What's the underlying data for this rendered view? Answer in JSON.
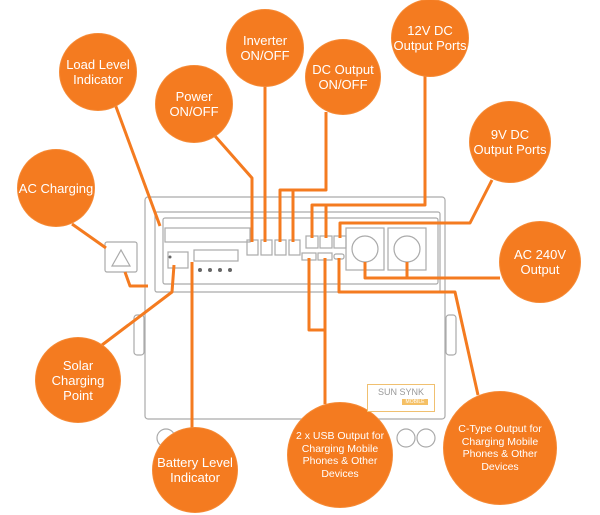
{
  "callouts": [
    {
      "id": "load-level",
      "text": "Load Level Indicator"
    },
    {
      "id": "power",
      "text": "Power ON/OFF"
    },
    {
      "id": "inverter",
      "text": "Inverter ON/OFF"
    },
    {
      "id": "dc-output",
      "text": "DC Output ON/OFF"
    },
    {
      "id": "12v-dc",
      "text": "12V DC Output Ports"
    },
    {
      "id": "9v-dc",
      "text": "9V DC Output Ports"
    },
    {
      "id": "ac-charging",
      "text": "AC Charging"
    },
    {
      "id": "ac-240v",
      "text": "AC 240V Output"
    },
    {
      "id": "solar",
      "text": "Solar Charging Point"
    },
    {
      "id": "battery-level",
      "text": "Battery Level Indicator"
    },
    {
      "id": "usb",
      "text": "2 x USB Output for Charging Mobile Phones & Other Devices"
    },
    {
      "id": "c-type",
      "text": "C-Type Output for Charging Mobile Phones & Other Devices"
    }
  ],
  "logo": {
    "brand": "SUN SYNK",
    "sub": "MOBILE"
  },
  "colors": {
    "accent": "#f47b20",
    "outline": "#999999"
  }
}
